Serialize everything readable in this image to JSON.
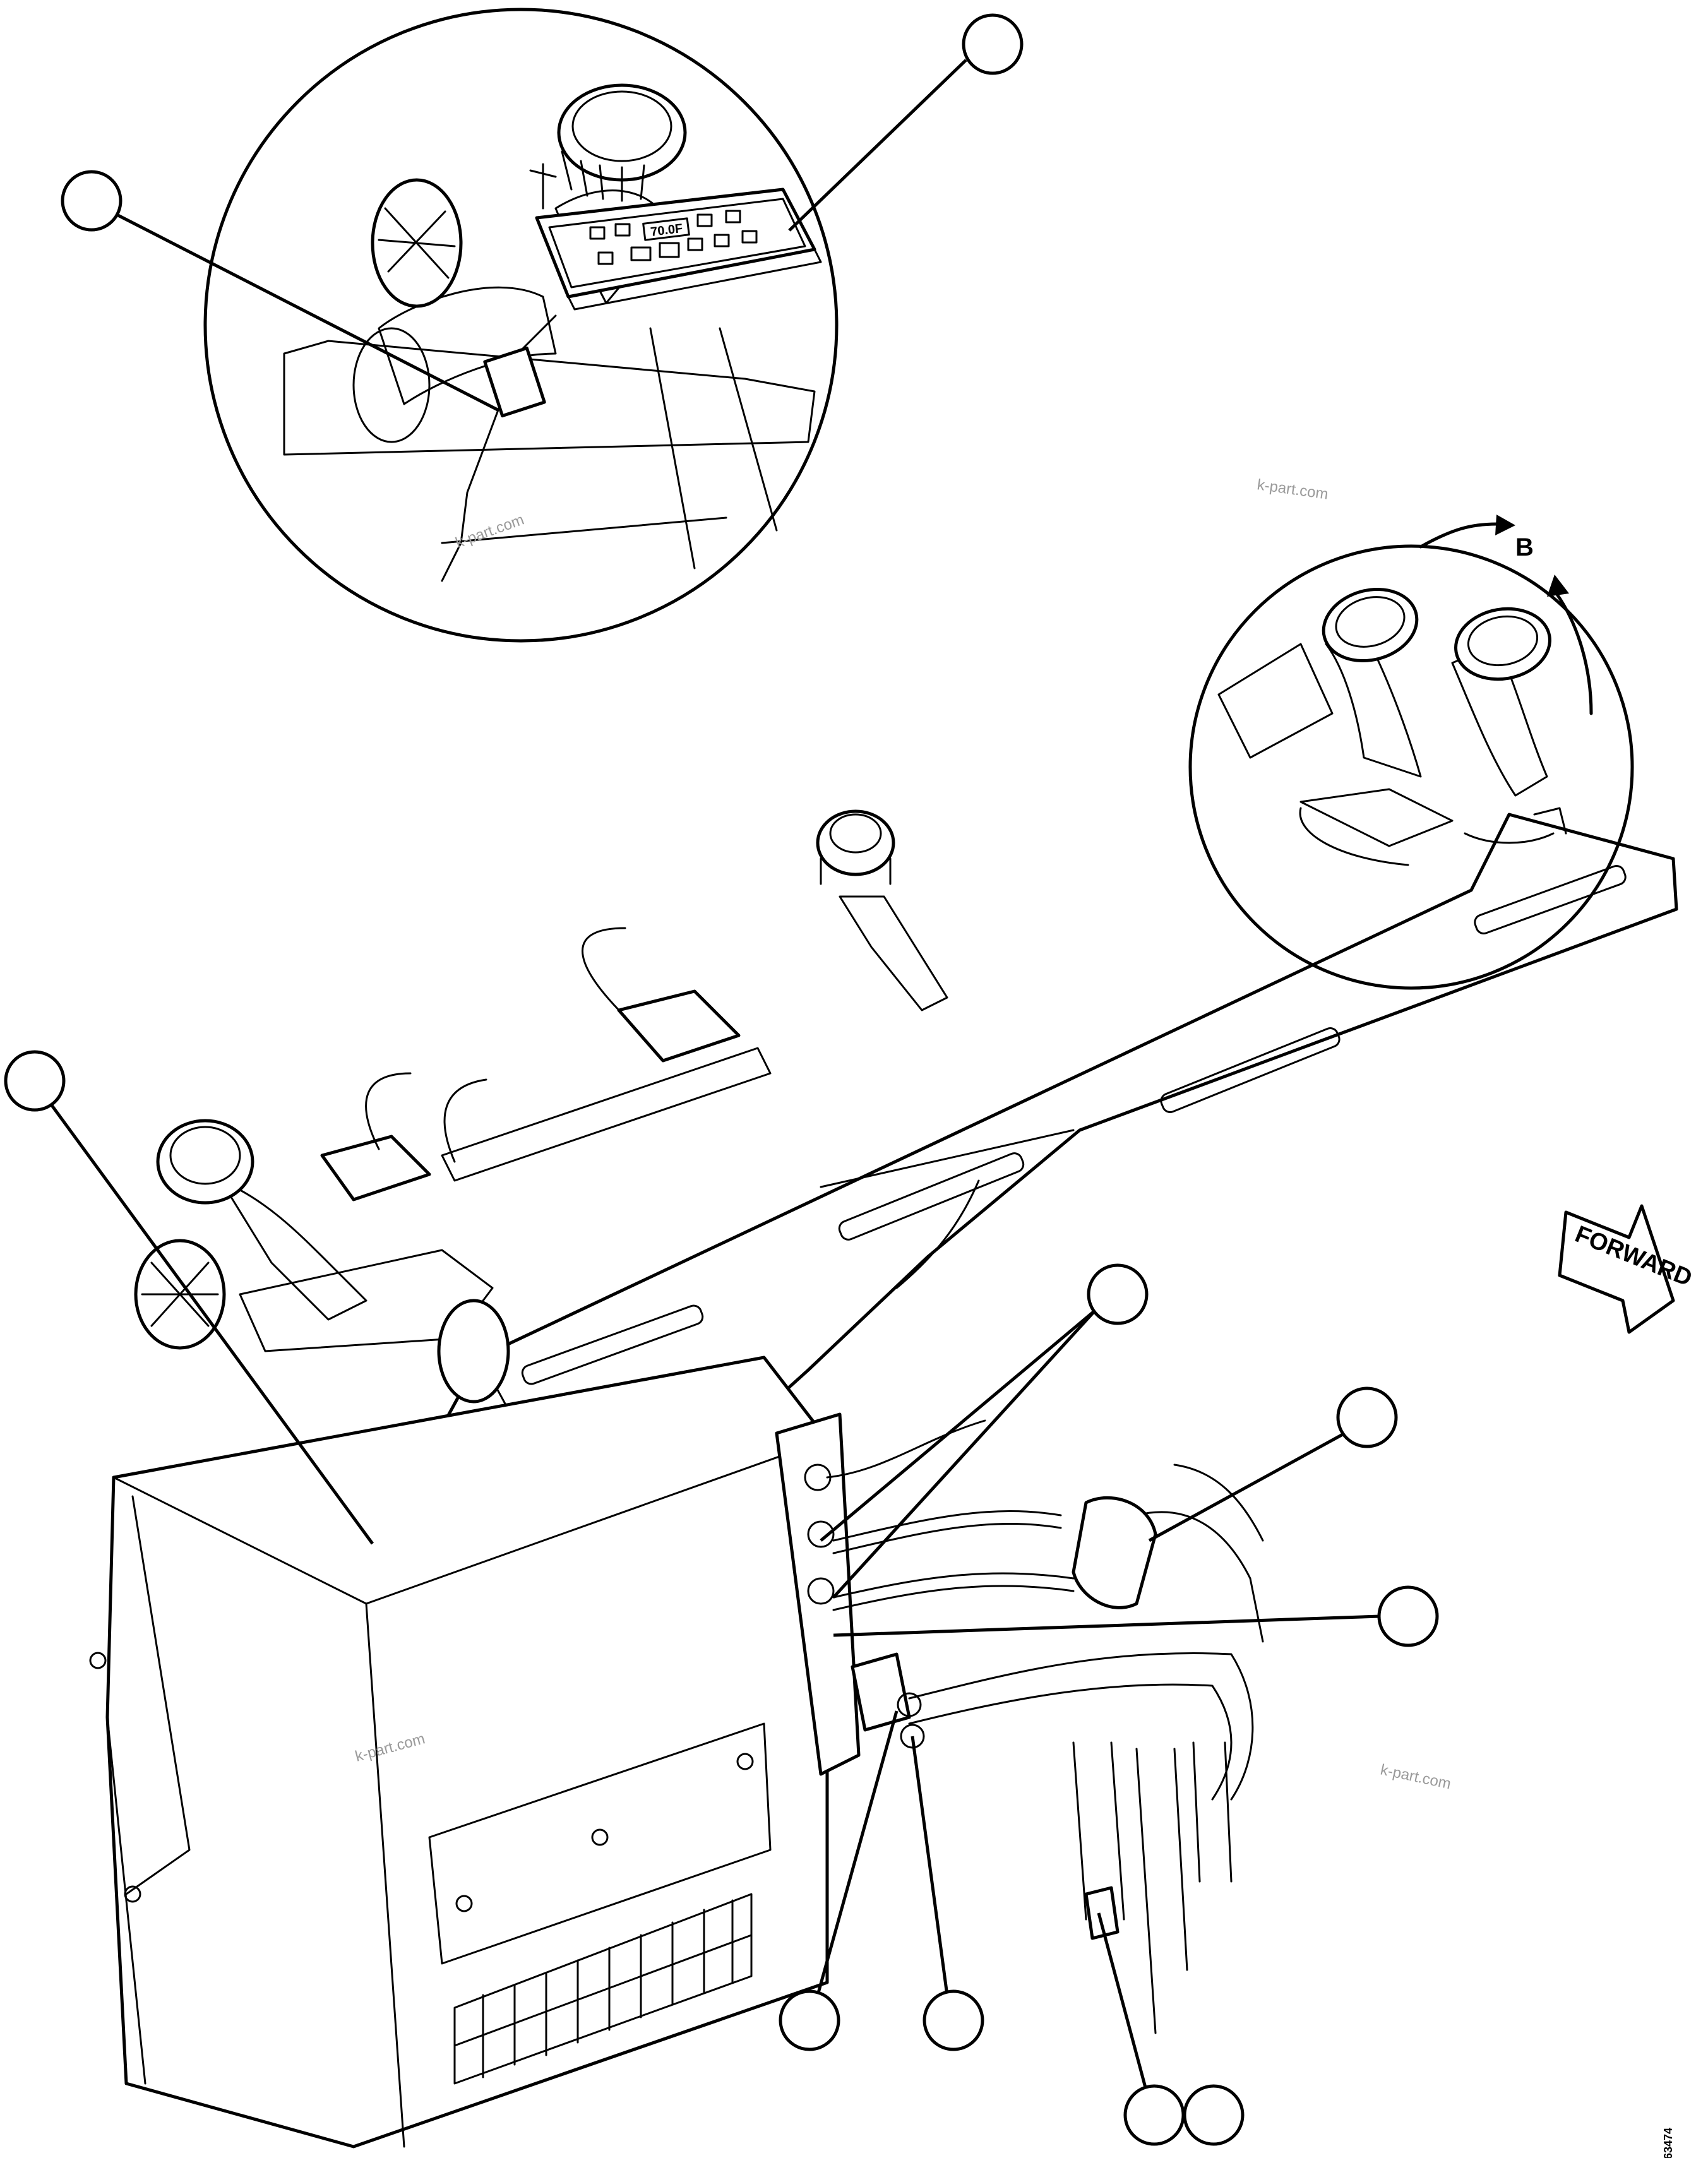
{
  "panel": {
    "temperature": "70.0F"
  },
  "view_label": "B",
  "direction": "FORWARD",
  "watermark": "k-part.com",
  "figure_code": "63474"
}
